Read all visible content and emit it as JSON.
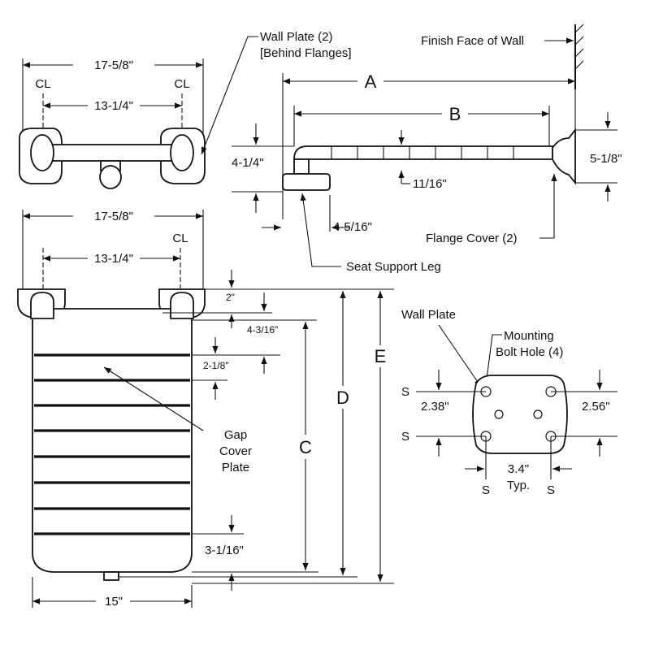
{
  "top_view": {
    "overall_width": "17-5/8\"",
    "center_spacing": "13-1/4\"",
    "centerline_symbol": "CL"
  },
  "side_view": {
    "dim_a": "A",
    "dim_b": "B",
    "rise": "4-1/4\"",
    "leg_offset": "4-5/16\"",
    "slat_thickness": "11/16\"",
    "flange_height": "5-1/8\"",
    "callouts": {
      "wall_plate": "Wall Plate (2)",
      "behind_flanges": "[Behind Flanges]",
      "finish_face": "Finish Face of Wall",
      "flange_cover": "Flange Cover (2)",
      "seat_support_leg": "Seat Support Leg"
    }
  },
  "plan_view": {
    "overall_width": "17-5/8\"",
    "center_spacing": "13-1/4\"",
    "centerline_symbol": "CL",
    "dim_2": "2\"",
    "dim_4_3_16": "4-3/16\"",
    "slat_pitch": "2-1/8\"",
    "end_gap": "3-1/16\"",
    "seat_width": "15\"",
    "dim_c": "C",
    "dim_d": "D",
    "dim_e": "E",
    "gap_cover_line1": "Gap",
    "gap_cover_line2": "Cover",
    "gap_cover_line3": "Plate"
  },
  "wall_plate_detail": {
    "title": "Wall Plate",
    "mounting_line1": "Mounting",
    "mounting_line2": "Bolt Hole (4)",
    "left_dim": "2.38\"",
    "right_dim": "2.56\"",
    "horiz_dim": "3.4\"",
    "typ": "Typ.",
    "s": "S"
  }
}
